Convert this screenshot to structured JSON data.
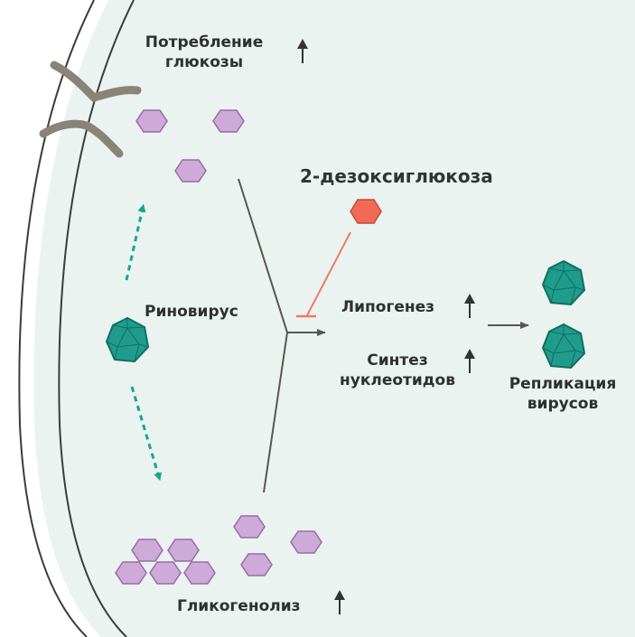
{
  "labels": {
    "glucose_uptake_line1": "Потребление",
    "glucose_uptake_line2": "глюкозы",
    "inhibitor": "2-дезоксиглюкоза",
    "rhinovirus": "Риновирус",
    "lipogenesis": "Липогенез",
    "nucleotide_line1": "Синтез",
    "nucleotide_line2": "нуклеотидов",
    "replication_line1": "Репликация",
    "replication_line2": "вирусов",
    "glycogenolysis": "Гликогенолиз"
  },
  "colors": {
    "cytoplasm": "#eaf3ef",
    "membrane": "#3c3c3c",
    "glucose_fill": "#cdaad8",
    "glucose_stroke": "#9a6aa8",
    "inhibitor_fill": "#f26a55",
    "inhibitor_line": "#f07a66",
    "virus_fill": "#1f9c8c",
    "virus_stroke": "#0f6f63",
    "dashed_arrow": "#1aa393",
    "pathway_line": "#5a5550",
    "up_arrow": "#333333"
  }
}
